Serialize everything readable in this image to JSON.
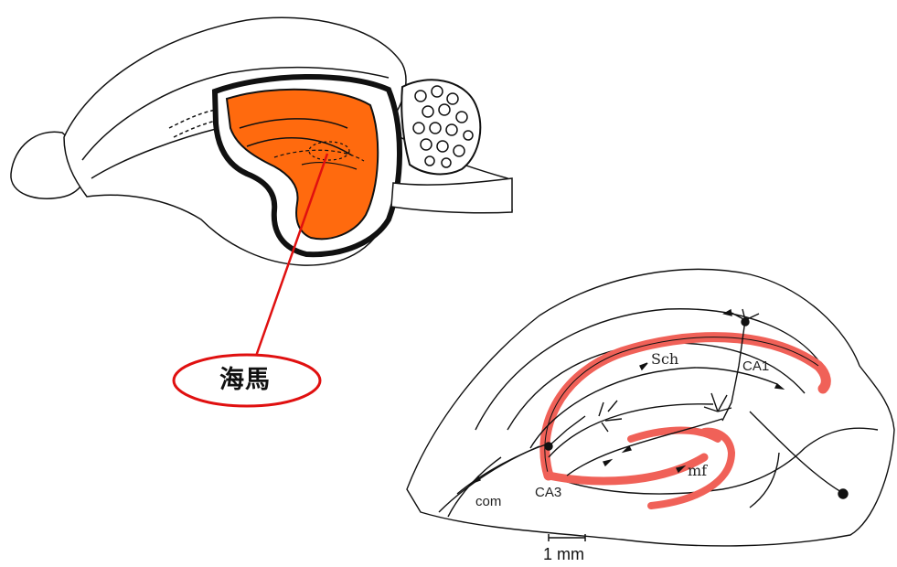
{
  "callout": {
    "label": "海馬"
  },
  "labels": {
    "sch": "Sch",
    "ca1": "CA1",
    "mf": "mf",
    "ca3": "CA3",
    "com": "com"
  },
  "scale_bar": {
    "label": "1 mm"
  },
  "colors": {
    "hippocampus_fill": "#ff6a0e",
    "pathway_red": "#f06158",
    "callout_red": "#e01010",
    "outline": "#111111"
  }
}
